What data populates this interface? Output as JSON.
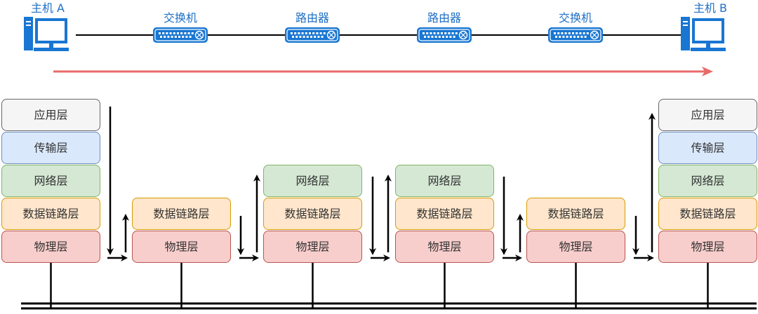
{
  "topology": {
    "devices": [
      {
        "name": "host-a",
        "kind": "computer",
        "label": "主机 A"
      },
      {
        "name": "switch-1",
        "kind": "switch",
        "label": "交换机"
      },
      {
        "name": "router-1",
        "kind": "router",
        "label": "路由器"
      },
      {
        "name": "router-2",
        "kind": "router",
        "label": "路由器"
      },
      {
        "name": "switch-2",
        "kind": "switch",
        "label": "交换机"
      },
      {
        "name": "host-b",
        "kind": "computer",
        "label": "主机 B"
      }
    ],
    "flow_arrow_color": "#e96a6a",
    "device_color": "#1976d2"
  },
  "layers": {
    "application": {
      "label": "应用层",
      "fill": "#f5f5f5",
      "stroke": "#666666"
    },
    "transport": {
      "label": "传输层",
      "fill": "#dae8fc",
      "stroke": "#6c8ebf"
    },
    "network": {
      "label": "网络层",
      "fill": "#d5e8d4",
      "stroke": "#82b366"
    },
    "datalink": {
      "label": "数据链路层",
      "fill": "#ffe6cc",
      "stroke": "#d79b00"
    },
    "physical": {
      "label": "物理层",
      "fill": "#f8cecc",
      "stroke": "#b85450"
    }
  },
  "stacks": [
    {
      "name": "host-a-stack",
      "layers": [
        "application",
        "transport",
        "network",
        "datalink",
        "physical"
      ]
    },
    {
      "name": "switch-1-stack",
      "layers": [
        "datalink",
        "physical"
      ]
    },
    {
      "name": "router-1-stack",
      "layers": [
        "network",
        "datalink",
        "physical"
      ]
    },
    {
      "name": "router-2-stack",
      "layers": [
        "network",
        "datalink",
        "physical"
      ]
    },
    {
      "name": "switch-2-stack",
      "layers": [
        "datalink",
        "physical"
      ]
    },
    {
      "name": "host-b-stack",
      "layers": [
        "application",
        "transport",
        "network",
        "datalink",
        "physical"
      ]
    }
  ]
}
